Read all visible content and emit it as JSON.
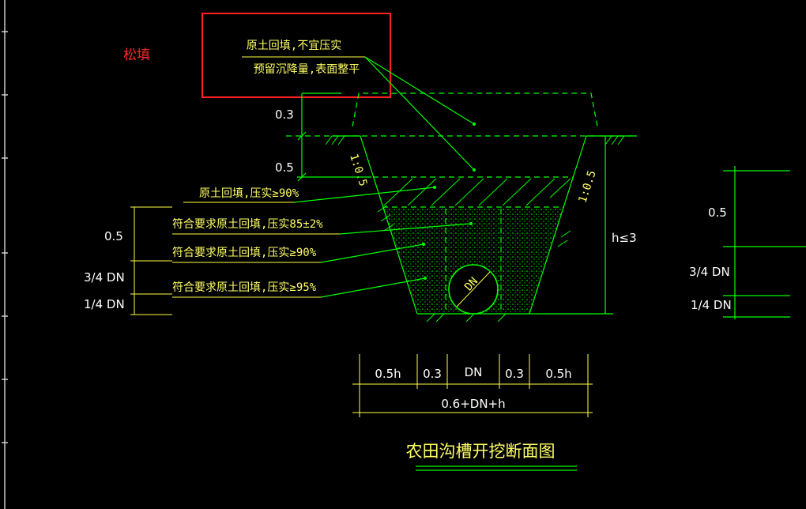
{
  "annotation": {
    "loose_fill_label": "松填",
    "highlight_color": "#ff2020"
  },
  "top_notes": {
    "line1": "原土回填,不宜压实",
    "line2": "预留沉降量,表面整平"
  },
  "left_dimensions": {
    "top_a": "0.3",
    "top_b": "0.5",
    "layer_a": "0.5",
    "layer_b": "3/4 DN",
    "layer_c": "1/4 DN"
  },
  "layer_labels": [
    "原土回填,压实≥90%",
    "符合要求原土回填,压实85±2%",
    "符合要求原土回填,压实≥90%",
    "符合要求原土回填,压实≥95%"
  ],
  "slope_labels": {
    "left": "1:0.5",
    "right": "1:0.5"
  },
  "pipe_label": "DN",
  "depth_label": "h≤3",
  "right_dimensions": {
    "a": "0.5",
    "b": "3/4 DN",
    "c": "1/4 DN"
  },
  "bottom_dimensions": {
    "parts": [
      "0.5h",
      "0.3",
      "DN",
      "0.3",
      "0.5h"
    ],
    "total": "0.6+DN+h"
  },
  "title": "农田沟槽开挖断面图",
  "colors": {
    "background": "#000000",
    "linework": "#00ff00",
    "text": "#ffff66",
    "dims": "#ffffff"
  }
}
